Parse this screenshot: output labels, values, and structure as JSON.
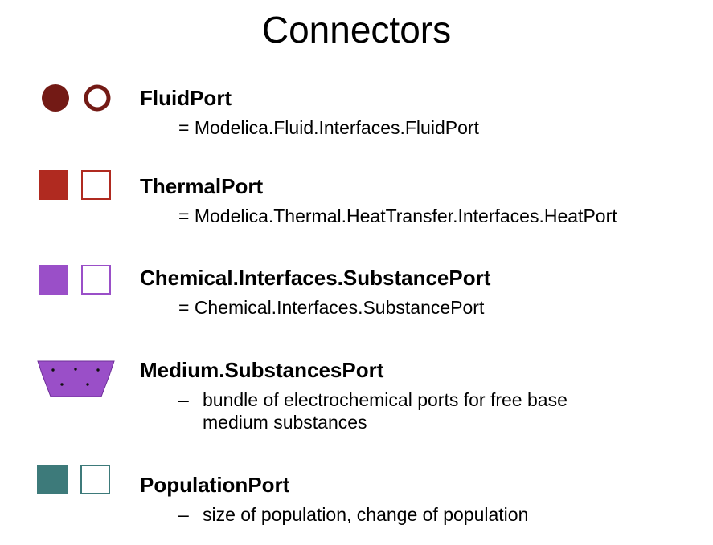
{
  "title": "Connectors",
  "colors": {
    "fluid": "#731a15",
    "thermal": "#b02a20",
    "chemical": "#9a4fc8",
    "population": "#3d7a7a"
  },
  "ports": [
    {
      "name": "FluidPort",
      "icon": "circle-icon",
      "description": "= Modelica.Fluid.Interfaces.FluidPort"
    },
    {
      "name": "ThermalPort",
      "icon": "square-icon",
      "description": "= Modelica.Thermal.HeatTransfer.Interfaces.HeatPort"
    },
    {
      "name": "Chemical.Interfaces.SubstancePort",
      "icon": "square-icon",
      "description": "= Chemical.Interfaces.SubstancePort"
    },
    {
      "name": "Medium.SubstancesPort",
      "icon": "bus-connector-icon",
      "bullet": "–",
      "description_lines": [
        "bundle of electrochemical ports for free base",
        "medium substances"
      ]
    },
    {
      "name": "PopulationPort",
      "icon": "square-icon",
      "bullet": "–",
      "description": "size of population, change of population"
    }
  ]
}
